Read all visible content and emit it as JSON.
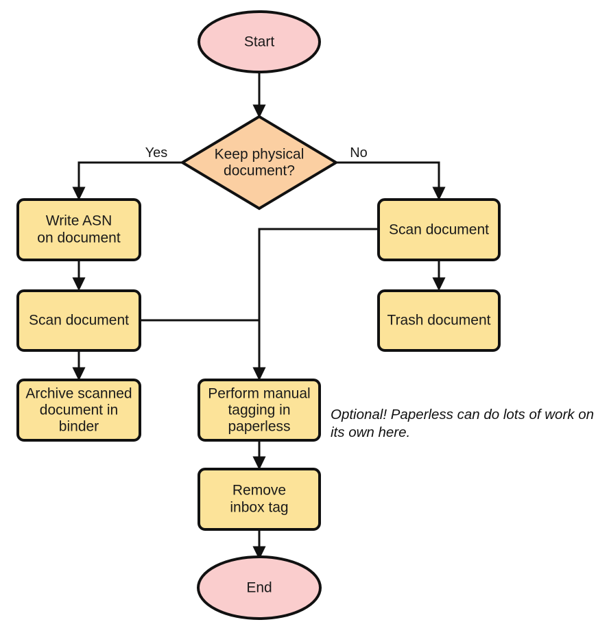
{
  "diagram": {
    "type": "flowchart",
    "orientation": "top-to-bottom",
    "background_color": "#ffffff",
    "palette": {
      "terminal_fill": "#facdcd",
      "process_fill": "#fce399",
      "decision_fill": "#fbcfa2",
      "stroke": "#111111",
      "text": "#1a1a1a"
    },
    "nodes": {
      "start": {
        "label": "Start",
        "shape": "ellipse"
      },
      "decision": {
        "label_line1": "Keep physical",
        "label_line2": "document?",
        "shape": "diamond"
      },
      "write_asn": {
        "label_line1": "Write ASN",
        "label_line2": "on document",
        "shape": "rounded-rect"
      },
      "scan_left": {
        "label": "Scan document",
        "shape": "rounded-rect"
      },
      "archive": {
        "label_line1": "Archive scanned",
        "label_line2": "document in",
        "label_line3": "binder",
        "shape": "rounded-rect"
      },
      "scan_right": {
        "label": "Scan document",
        "shape": "rounded-rect"
      },
      "trash": {
        "label": "Trash document",
        "shape": "rounded-rect"
      },
      "tagging": {
        "label_line1": "Perform manual",
        "label_line2": "tagging in",
        "label_line3": "paperless",
        "shape": "rounded-rect"
      },
      "remove_inbox": {
        "label_line1": "Remove",
        "label_line2": "inbox tag",
        "shape": "rounded-rect"
      },
      "end": {
        "label": "End",
        "shape": "ellipse"
      }
    },
    "edge_labels": {
      "yes": "Yes",
      "no": "No"
    },
    "notes": {
      "optional_line1": "Optional! Paperless can do lots of work on",
      "optional_line2": "its own here."
    }
  }
}
